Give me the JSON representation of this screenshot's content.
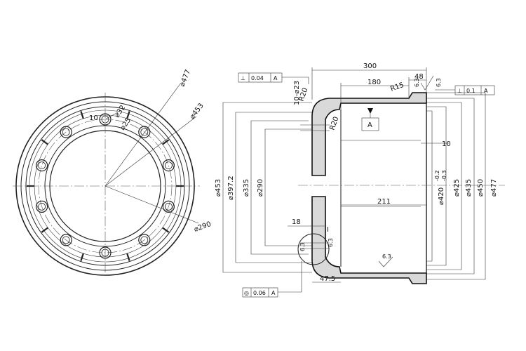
{
  "front_view": {
    "labels": {
      "d477": "⌀477",
      "d453": "⌀453",
      "d290": "⌀290",
      "d32": "⌀32",
      "d25": "⌀25",
      "n10": "10"
    },
    "bolt_holes": 10,
    "slots": 10
  },
  "side_view": {
    "top_dims": {
      "d300": "300",
      "d180": "180",
      "d48": "48",
      "r15": "R15"
    },
    "left_dims": {
      "d10x23": "10-⌀23",
      "r20a": "R20",
      "r20b": "R20",
      "d453": "⌀453",
      "d397": "⌀397.2",
      "d335": "⌀335",
      "d290": "⌀290",
      "n18": "18",
      "n47": "47.5"
    },
    "right_dims": {
      "n10": "10",
      "d420": "⌀420",
      "tol_up": "-0.2",
      "tol_lo": "-0.3",
      "d425": "⌀425",
      "d435": "⌀435",
      "d450": "⌀450",
      "d477": "⌀477"
    },
    "inner_dims": {
      "n211": "211"
    },
    "roughness": {
      "r1": "6.3",
      "r2": "6.3",
      "r3": "6.3",
      "r4": "6.3",
      "r5": "6.3"
    },
    "datum_label": "A",
    "section_mark": "I",
    "fcf": [
      {
        "symbol": "⊥",
        "value": "0.04",
        "datum": "A"
      },
      {
        "symbol": "⊥",
        "value": "0.1",
        "datum": "A"
      },
      {
        "symbol": "◎",
        "value": "0.06",
        "datum": "A"
      }
    ]
  }
}
